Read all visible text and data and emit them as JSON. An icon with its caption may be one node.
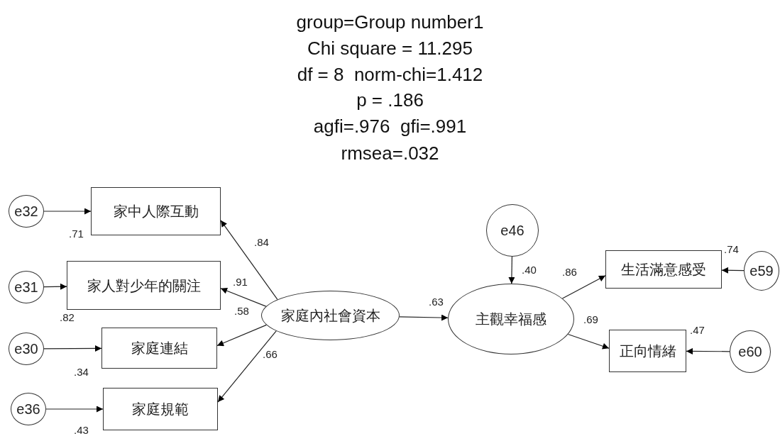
{
  "diagram": {
    "nodes": [
      {
        "text": [
          "e32"
        ]
      },
      {
        "text": [
          "家中人際互動"
        ],
        "beside": [
          ".71"
        ]
      },
      {
        "text": [
          "e31"
        ]
      },
      {
        "text": [
          "家人對少年的關注"
        ],
        "beside": [
          ".82"
        ]
      },
      {
        "text": [
          "e30"
        ]
      },
      {
        "text": [
          "家庭連結"
        ],
        "beside": [
          ".34"
        ]
      },
      {
        "text": [
          "e36"
        ]
      },
      {
        "text": [
          "家庭規範"
        ],
        "beside": [
          ".43"
        ]
      },
      {
        "text": [
          "家庭內社會資本"
        ]
      },
      {
        "text": [
          "e46"
        ]
      },
      {
        "text": [
          "主觀幸福感"
        ],
        "beside": [
          ".40"
        ]
      },
      {
        "text": [
          "生活滿意感受"
        ],
        "beside": [
          ".74"
        ]
      },
      {
        "text": [
          "e59"
        ]
      },
      {
        "text": [
          "正向情緒"
        ],
        "beside": [
          ".47"
        ]
      },
      {
        "text": [
          "e60"
        ]
      }
    ],
    "edges": [
      {
        "from": 0,
        "to": 1,
        "arrow": "to"
      },
      {
        "from": 2,
        "to": 3,
        "arrow": "to"
      },
      {
        "from": 4,
        "to": 5,
        "arrow": "to"
      },
      {
        "from": 6,
        "to": 7,
        "arrow": "to"
      },
      {
        "from": 8,
        "to": 1,
        "arrow": "to",
        "label": ".84"
      },
      {
        "from": 8,
        "to": 3,
        "arrow": "to",
        "label": ".91"
      },
      {
        "from": 8,
        "to": 5,
        "arrow": "to",
        "label": ".58"
      },
      {
        "from": 8,
        "to": 7,
        "arrow": "to",
        "label": ".66"
      },
      {
        "from": 8,
        "to": 10,
        "arrow": "to",
        "label": ".63"
      },
      {
        "from": 9,
        "to": 10,
        "arrow": "to"
      },
      {
        "from": 10,
        "to": 11,
        "arrow": "to",
        "label": ".86"
      },
      {
        "from": 10,
        "to": 13,
        "arrow": "to",
        "label": ".69"
      },
      {
        "from": 12,
        "to": 11,
        "arrow": "to"
      },
      {
        "from": 14,
        "to": 13,
        "arrow": "to"
      }
    ],
    "labels": [
      "group=Group number1",
      "Chi square = 11.295",
      "df = 8  norm-chi=1.412",
      "p = .186",
      "agfi=.976  gfi=.991",
      "rmsea=.032"
    ]
  }
}
